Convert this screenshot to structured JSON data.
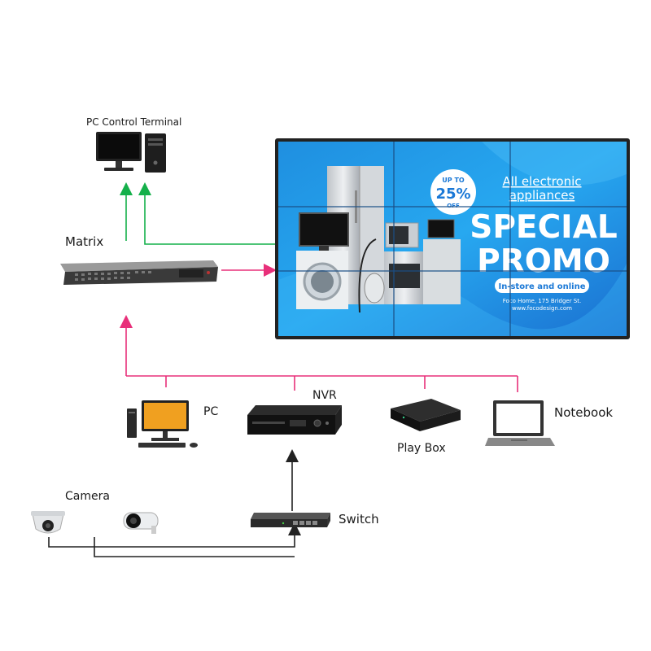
{
  "labels": {
    "pc_control_terminal": "PC Control Terminal",
    "matrix": "Matrix",
    "pc": "PC",
    "nvr": "NVR",
    "play_box": "Play Box",
    "notebook": "Notebook",
    "camera": "Camera",
    "switch": "Switch"
  },
  "promo": {
    "badge_top": "UP TO",
    "badge_value": "25%",
    "badge_bottom": "OFF",
    "headline_1": "All electronic",
    "headline_2": "appliances",
    "title_1": "SPECIAL",
    "title_2": "PROMO",
    "pill": "In-store and online",
    "address": "Foco Home, 175 Bridger St.",
    "url": "www.focodesign.com"
  },
  "colors": {
    "green_link": "#14b04a",
    "pink_link": "#e8307a",
    "dark_link": "#222222",
    "screen_blue": "#1e9be8"
  }
}
